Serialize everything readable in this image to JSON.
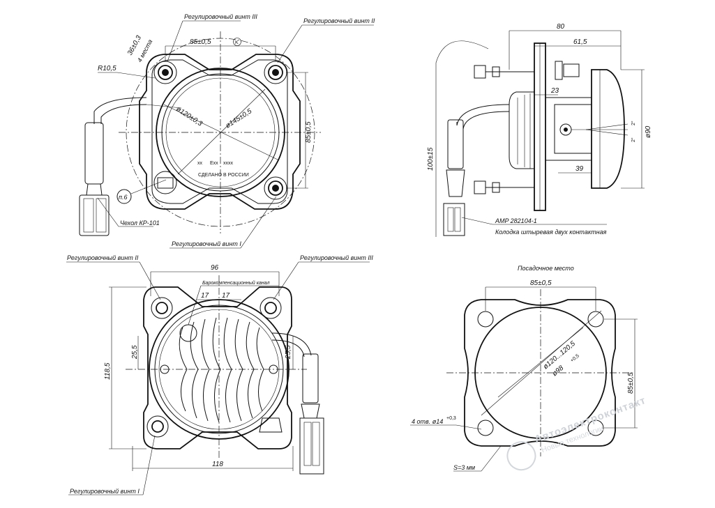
{
  "top_left_view": {
    "label_screw_3": "Регулировочный винт III",
    "label_screw_2": "Регулировочный винт II",
    "label_screw_1": "Регулировочный винт I",
    "dim_85": "85±0,5",
    "dim_85_mark": "K",
    "dim_85_vertical": "85±0,5",
    "dim_120": "ø120±0,3",
    "dim_145": "ø145±0,5",
    "dim_36": "36±0,3",
    "dim_36_note": "4 места",
    "dim_r10": "R10,5",
    "label_cover": "Чехол КР-101",
    "label_n6": "п.6",
    "mark_xx": "xx",
    "mark_exx": "Exx",
    "mark_xxxx": "xxxx",
    "made_in": "СДЕЛАНО  В  РОССИИ"
  },
  "side_view": {
    "dim_80": "80",
    "dim_61_5": "61,5",
    "dim_23": "23",
    "dim_39": "39",
    "dim_90": "ø90",
    "dim_100": "100±15",
    "angle_a": "2°",
    "angle_b": "2°",
    "label_amp": "AMP  282104-1",
    "label_connector": "Колодка штыревая двух контактная"
  },
  "back_view": {
    "label_screw_2": "Регулировочный винт II",
    "label_screw_3": "Регулировочный винт III",
    "label_screw_1": "Регулировочный винт I",
    "label_channel": "Барокомпенсационный канал",
    "dim_96": "96",
    "dim_17a": "17",
    "dim_17b": "17",
    "dim_25_5a": "25,5",
    "dim_25_5b": "25,5",
    "dim_118_5": "118,5",
    "dim_118": "118"
  },
  "mount_view": {
    "title": "Посадочное место",
    "dim_85_h": "85±0,5",
    "dim_85_v": "85±0,5",
    "dim_120": "ø120...120,5",
    "dim_98": "ø98",
    "dim_98_tol": "+0,5",
    "holes": "4 отв. ø14",
    "holes_tol": "+0,3",
    "thickness": "S=3 мм"
  },
  "watermark": {
    "brand": "Автоэлектроконтакт",
    "slogan": "Новые технологии"
  }
}
